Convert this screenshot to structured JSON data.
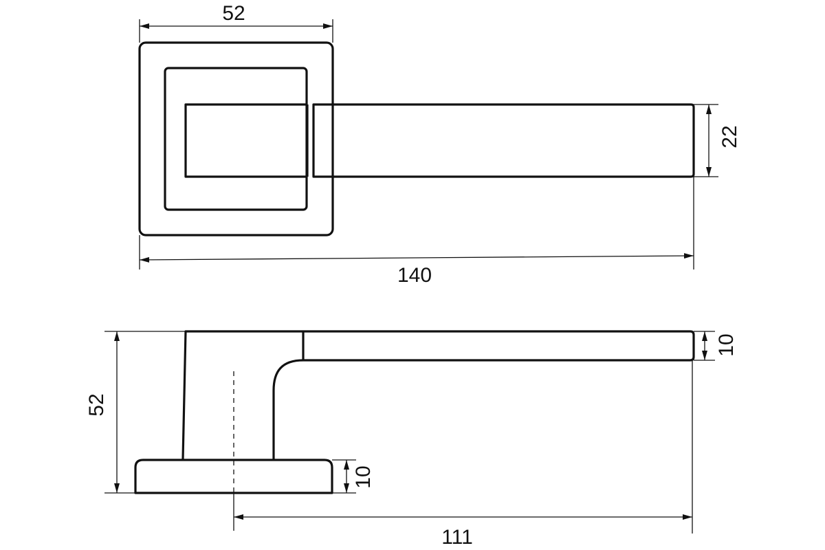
{
  "dimensions": {
    "rose_width": "52",
    "lever_width": "22",
    "overall_length": "140",
    "overall_height": "52",
    "lever_thickness": "10",
    "rose_thickness": "10",
    "lever_projection": "111"
  },
  "colors": {
    "line": "#111111",
    "background": "#ffffff"
  }
}
